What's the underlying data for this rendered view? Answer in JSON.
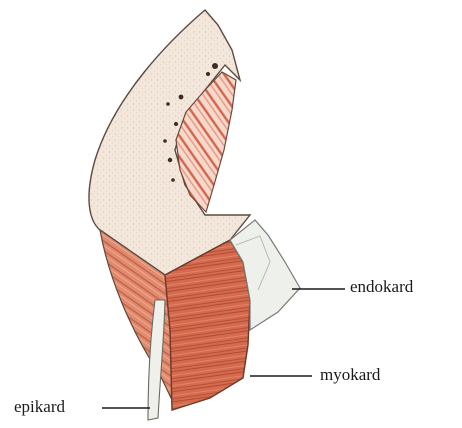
{
  "labels": {
    "endokard": "endokard",
    "myokard": "myokard",
    "epikard": "epikard"
  },
  "colors": {
    "tissue_cream": "#f3e6db",
    "tissue_shadow": "#d9c6b6",
    "muscle_red": "#d4654a",
    "muscle_dark": "#a8432c",
    "endocardium_white": "#eef0ec",
    "outline": "#5a4a40",
    "leader_line": "#1a1a1a"
  }
}
